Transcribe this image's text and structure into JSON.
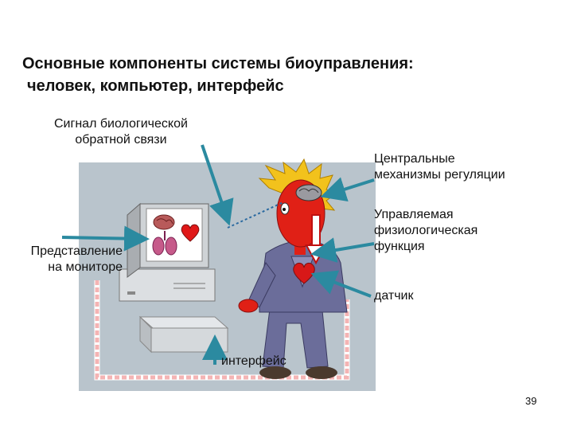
{
  "title": {
    "line1": "Основные компоненты системы биоуправления:",
    "line2": "человек, компьютер, интерфейс"
  },
  "labels": {
    "feedback_signal": [
      "Сигнал биологической",
      "обратной связи"
    ],
    "central_mechanisms": [
      "Центральные",
      "механизмы регуляции"
    ],
    "controlled_function": [
      "Управляемая",
      "физиологическая",
      "функция"
    ],
    "monitor_display": [
      "Представление",
      "на мониторе"
    ],
    "sensor": "датчик",
    "interface": "интерфейс"
  },
  "page_number": "39",
  "colors": {
    "scene_bg": "#b9c4cc",
    "arrow_teal": "#2b8aa0",
    "person_skin": "#e02016",
    "hair": "#f2c21c",
    "jacket": "#6b6d9a",
    "cable": "#f4b4b4"
  }
}
